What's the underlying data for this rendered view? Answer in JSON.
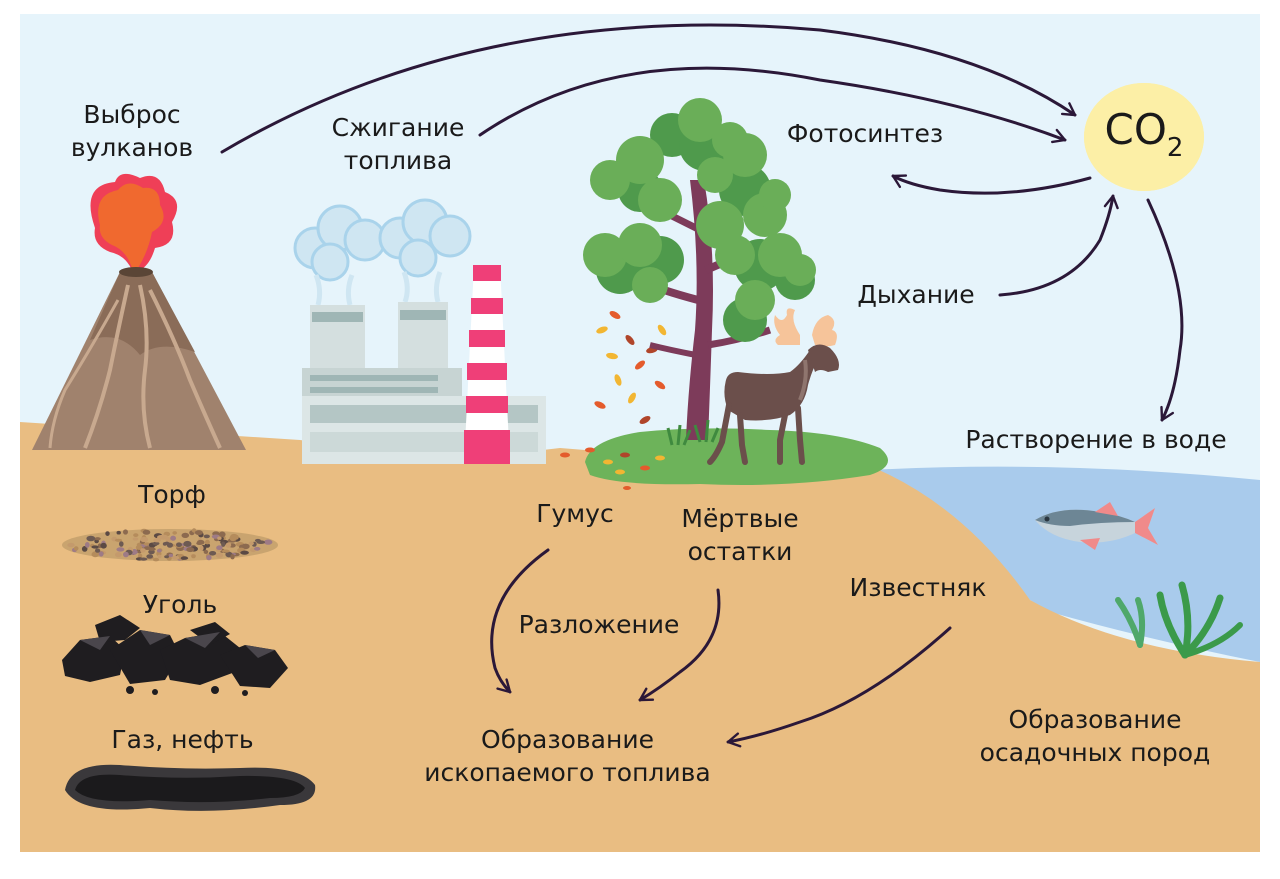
{
  "labels": {
    "volcano_emission": "Выброс\nвулканов",
    "fuel_burning": "Сжигание\nтоплива",
    "photosynthesis": "Фотосинтез",
    "respiration": "Дыхание",
    "dissolution": "Растворение в воде",
    "peat": "Торф",
    "coal": "Уголь",
    "gas_oil": "Газ, нефть",
    "humus": "Гумус",
    "dead_remains": "Мёртвые\nостатки",
    "decomposition": "Разложение",
    "limestone": "Известняк",
    "fossil_fuel_formation": "Образование\nископаемого топлива",
    "sedimentary_rock_formation": "Образование\nосадочных пород"
  },
  "co2": {
    "main": "CO",
    "sub": "2"
  },
  "colors": {
    "sky": "#e6f4fb",
    "ground": "#e9bd82",
    "water": "#a9cbec",
    "arrow": "#2b1838",
    "grass": "#6db35a",
    "co2_bubble": "#fcefa6",
    "chimney_stripe": "#ef3f78",
    "lava": "#f0692f"
  }
}
